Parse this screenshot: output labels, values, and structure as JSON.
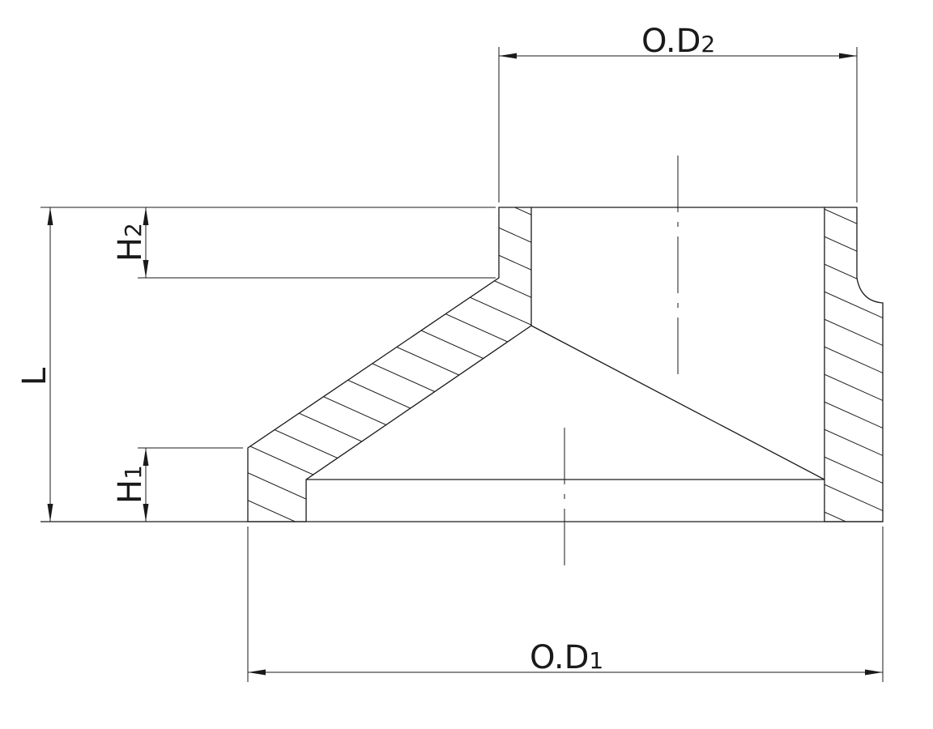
{
  "diagram": {
    "labels": {
      "od2_main": "O.D",
      "od2_sub": "2",
      "od1_main": "O.D",
      "od1_sub": "1",
      "h2_main": "H",
      "h2_sub": "2",
      "h1_main": "H",
      "h1_sub": "1",
      "length": "L"
    },
    "colors": {
      "line": "#1a1a1a",
      "background": "#ffffff"
    }
  }
}
